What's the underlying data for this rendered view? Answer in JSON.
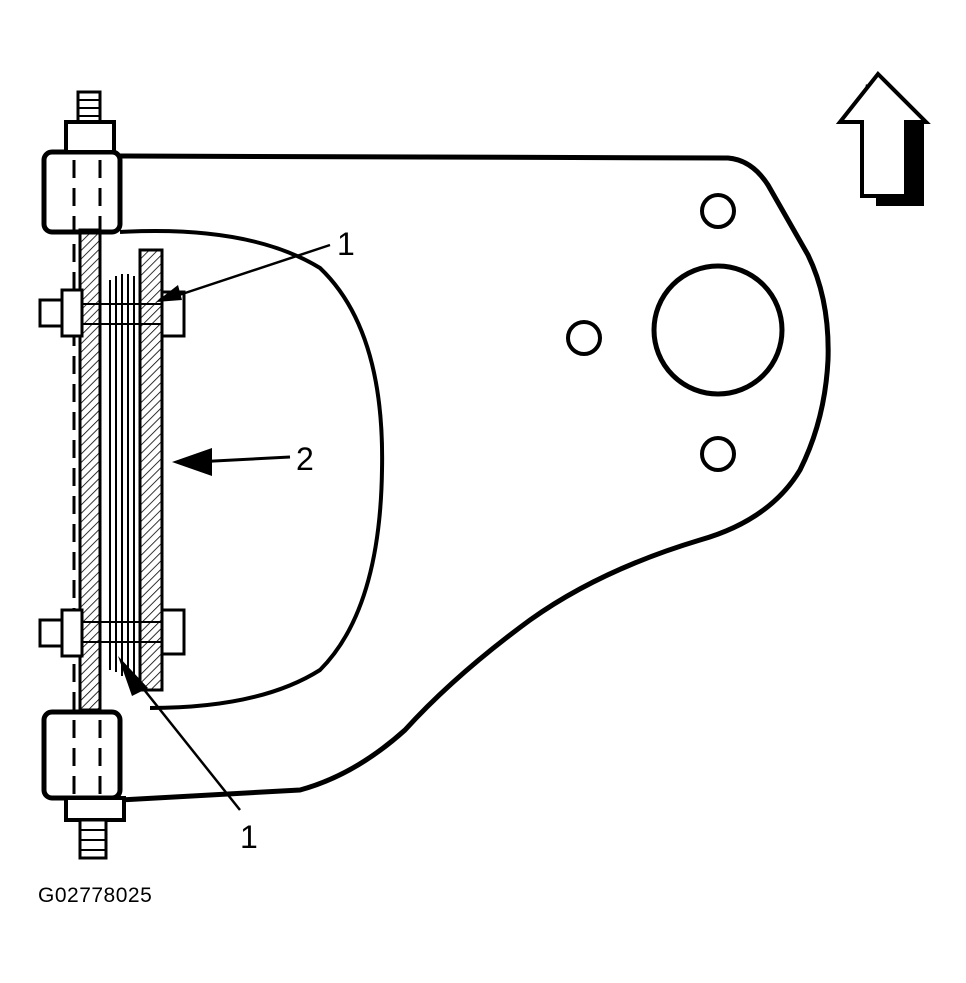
{
  "figure": {
    "callouts": [
      "1",
      "2",
      "1"
    ],
    "figure_id": "G02778025"
  }
}
